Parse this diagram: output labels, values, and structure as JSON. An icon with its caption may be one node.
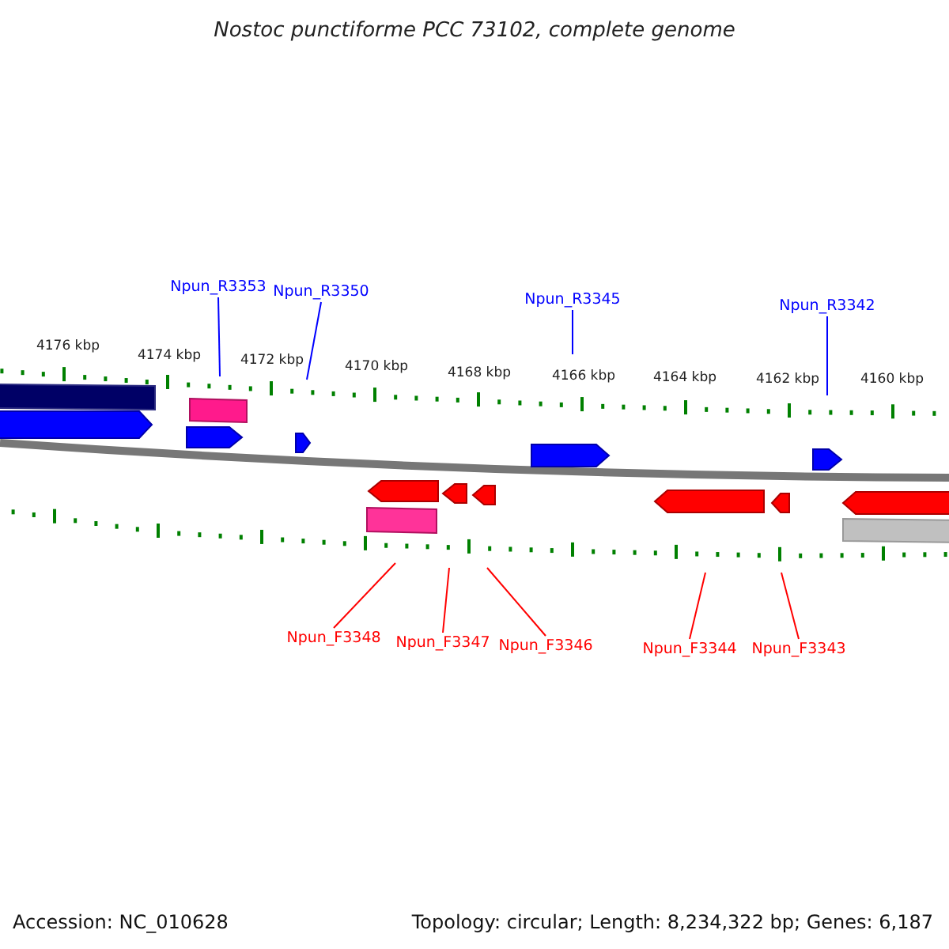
{
  "diagram": {
    "title": "Nostoc punctiforme PCC 73102, complete genome",
    "nodes": [
      {
        "text": [
          "Npun_R3353"
        ]
      },
      {
        "text": [
          "Npun_R3350"
        ]
      },
      {
        "text": [
          "Npun_R3345"
        ]
      },
      {
        "text": [
          "Npun_R3342"
        ]
      },
      {
        "text": [
          "Npun_F3348"
        ]
      },
      {
        "text": [
          "Npun_F3347"
        ]
      },
      {
        "text": [
          "Npun_F3346"
        ]
      },
      {
        "text": [
          "Npun_F3344"
        ]
      },
      {
        "text": [
          "Npun_F3343"
        ]
      }
    ],
    "edges": [
      {
        "from": 0,
        "to": null,
        "arrow": "none",
        "color": "#0000ff"
      },
      {
        "from": 1,
        "to": null,
        "arrow": "none",
        "color": "#0000ff"
      },
      {
        "from": 2,
        "to": null,
        "arrow": "none",
        "color": "#0000ff"
      },
      {
        "from": 3,
        "to": null,
        "arrow": "none",
        "color": "#0000ff"
      },
      {
        "from": 4,
        "to": null,
        "arrow": "none"
      },
      {
        "from": 5,
        "to": null,
        "arrow": "none"
      },
      {
        "from": 6,
        "to": null,
        "arrow": "none"
      },
      {
        "from": 7,
        "to": null,
        "arrow": "none"
      },
      {
        "from": 8,
        "to": null,
        "arrow": "none"
      }
    ],
    "labels": [
      "4176 kbp",
      "4174 kbp",
      "4172 kbp",
      "4170 kbp",
      "4168 kbp",
      "4166 kbp",
      "4164 kbp",
      "4162 kbp",
      "4160 kbp",
      "Accession: NC_010628",
      "Topology: circular; Length: 8,234,322 bp; Genes: 6,187"
    ]
  }
}
